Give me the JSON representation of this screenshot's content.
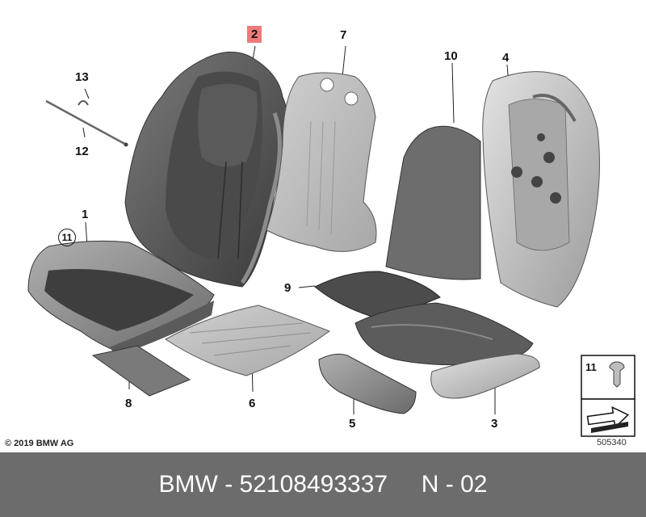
{
  "callouts": {
    "p1": "1",
    "p2": "2",
    "p3": "3",
    "p4": "4",
    "p5": "5",
    "p6": "6",
    "p7": "7",
    "p8": "8",
    "p9": "9",
    "p10": "10",
    "p11_circled": "11",
    "p12": "12",
    "p13": "13"
  },
  "legend": {
    "item_number": "11"
  },
  "copyright": "© 2019 BMW AG",
  "diagram_number": "505340",
  "footer": {
    "brand": "BMW",
    "sep1": " - ",
    "part_number": "52108493337",
    "variant": "N - 02"
  },
  "colors": {
    "footer_bg": "#6c6c6c",
    "highlight": "#f07a7a"
  }
}
